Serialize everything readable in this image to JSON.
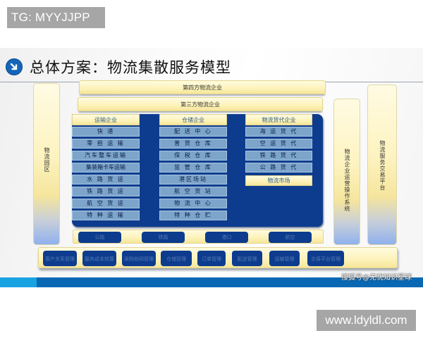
{
  "watermarks": {
    "top_left": "TG: MYYJJPP",
    "bottom_right": "www.ldyldl.com",
    "slide_credit": "搜狐号@无忧知识星球"
  },
  "slide": {
    "title": "总体方案：物流集散服务模型",
    "title_icon": "arrow-down-right-circle-icon",
    "colors": {
      "navy": "#0d3c8e",
      "item_blue": "#7da5cb",
      "cream": "#fdf2b8",
      "footer_blue": "#0868b4",
      "footer_light": "#19a3e3",
      "title_icon": "#1565b8"
    },
    "layers": {
      "fourth_party": "第四方物流企业",
      "third_party": "第三方物流企业"
    },
    "side_panels": {
      "logistics_park": "物流园区",
      "operation_system": "物流企业运营操作系统",
      "trade_platform": "物流服务交易平台"
    },
    "columns": [
      {
        "header": "运输企业",
        "items": [
          "快 递",
          "零 担 运 输",
          "汽车整车运输",
          "集装箱卡车运输",
          "水 路 货 运",
          "铁 路 货 运",
          "航 空 货 运",
          "特 种 运 输"
        ]
      },
      {
        "header": "仓储企业",
        "items": [
          "配 送 中 心",
          "普 货 仓 库",
          "保 税 仓 库",
          "监 管 仓 库",
          "港区场站",
          "航 空 货 站",
          "物 流 中 心",
          "特 种 仓 贮"
        ]
      },
      {
        "header": "物流货代企业",
        "items": [
          "海 运 货 代",
          "空 运 货 代",
          "铁 路 货 代",
          "公 路 货 代"
        ],
        "footer": "物流市场"
      }
    ],
    "transport_modes": [
      "公路",
      "铁路",
      "港口",
      "航空"
    ],
    "functions": [
      "客户关系管理",
      "服务成本核算",
      "采购协同管理",
      "仓储管理",
      "订单管理",
      "配送管理",
      "运输管理",
      "交易平台管理"
    ]
  }
}
